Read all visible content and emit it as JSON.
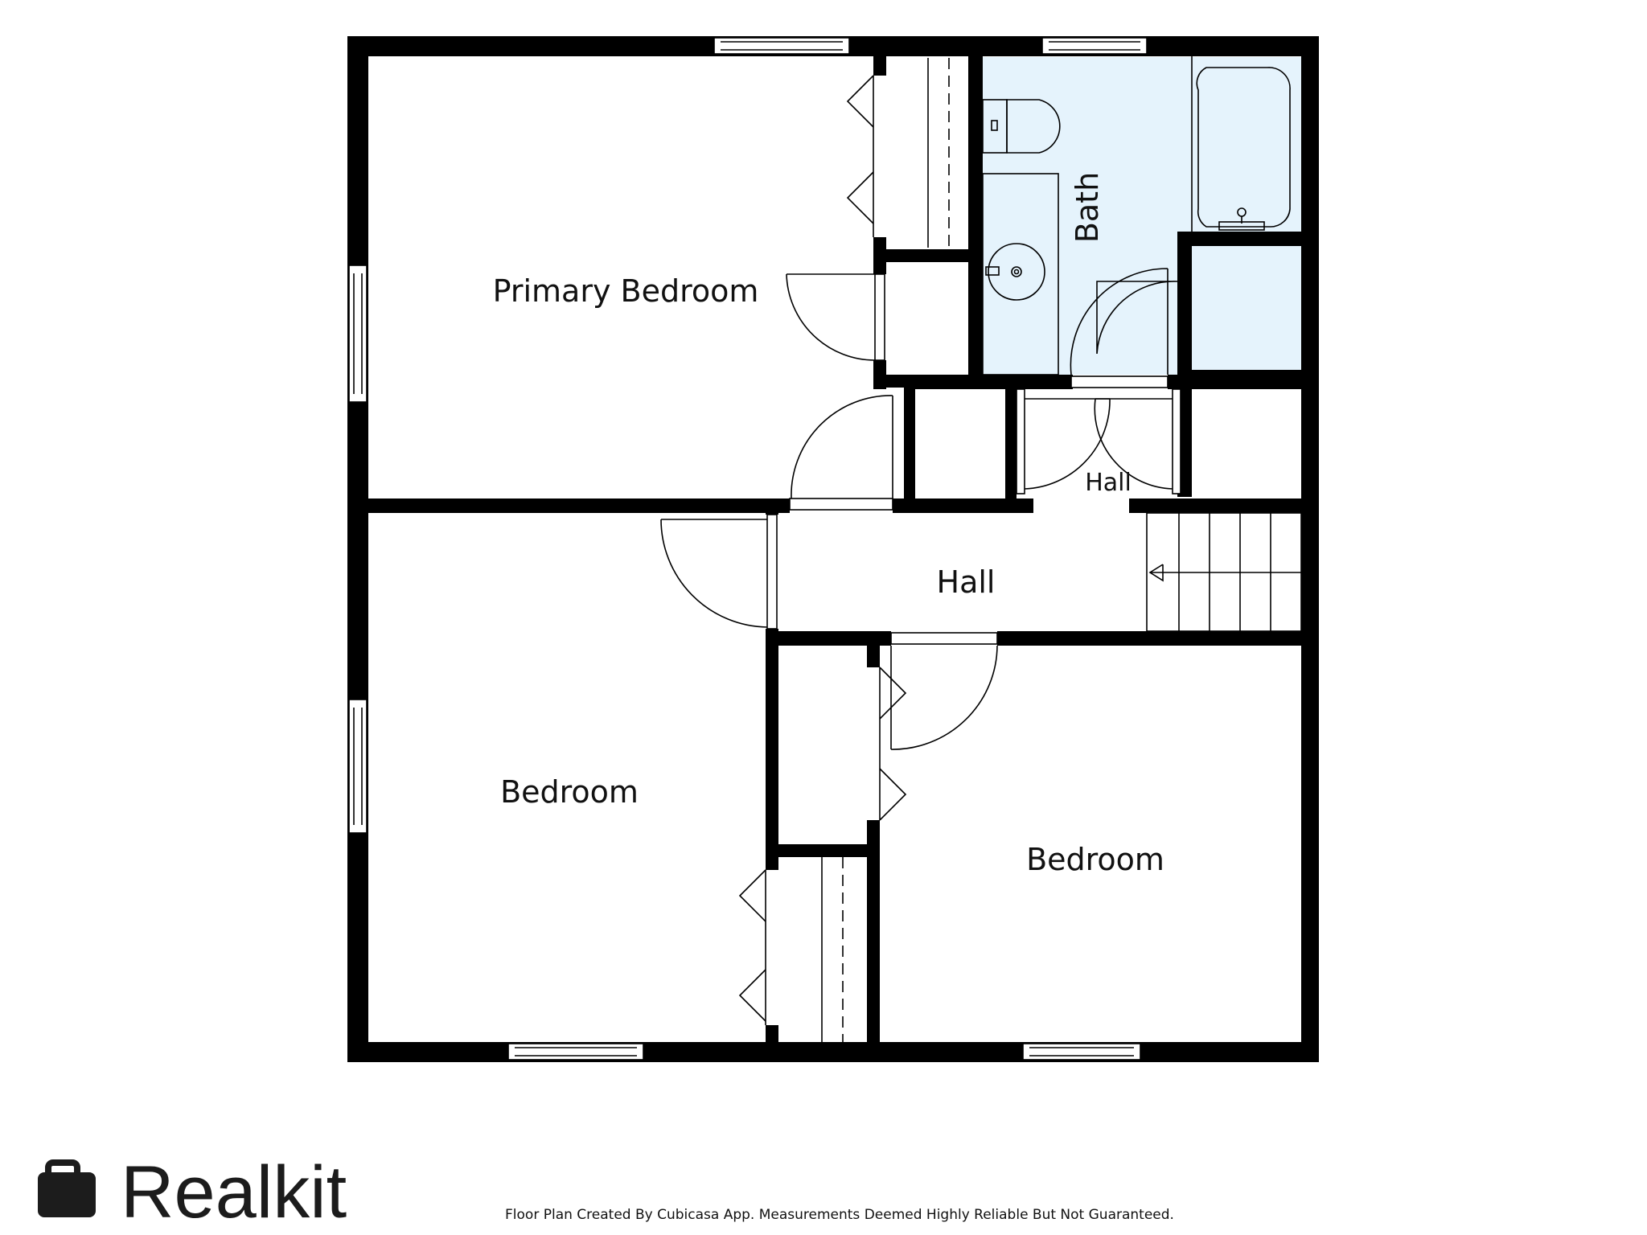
{
  "rooms": {
    "primary_bedroom": "Primary Bedroom",
    "bath": "Bath",
    "hall_upper": "Hall",
    "hall_main": "Hall",
    "bedroom_left": "Bedroom",
    "bedroom_right": "Bedroom"
  },
  "brand": {
    "name": "Realkit",
    "icon": "briefcase-icon"
  },
  "footer": {
    "disclaimer": "Floor Plan Created By Cubicasa App. Measurements Deemed Highly Reliable But Not Guaranteed."
  },
  "colors": {
    "wall": "#000000",
    "bath_fill": "#e5f3fc",
    "background": "#ffffff"
  }
}
